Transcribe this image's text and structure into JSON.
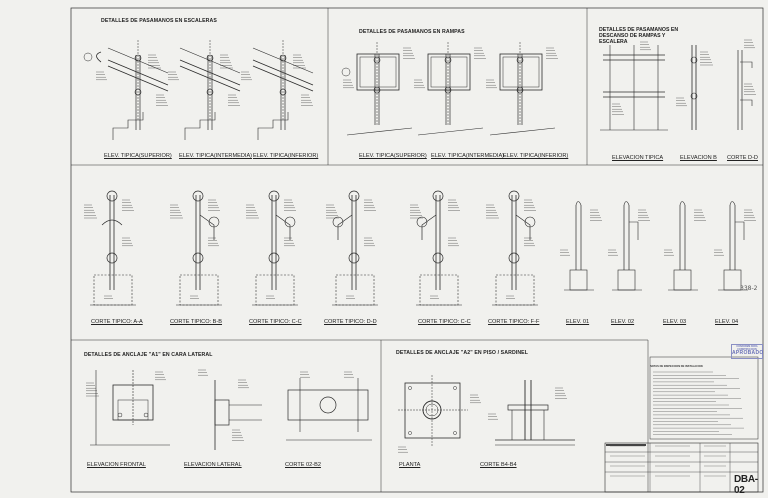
{
  "sections": {
    "top_left_title": "DETALLES DE PASAMANOS EN ESCALERAS",
    "top_mid_title": "DETALLES DE PASAMANOS EN RAMPAS",
    "top_right_title": "DETALLES DE PASAMANOS EN DESCANSO DE RAMPAS Y ESCALERA",
    "bottom_left_title": "DETALLES DE ANCLAJE \"A1\" EN CARA LATERAL",
    "bottom_mid_title": "DETALLES DE ANCLAJE \"A2\" EN PISO / SARDINEL"
  },
  "captions": {
    "elev_sup_1": "ELEV. TIPICA(SUPERIOR)",
    "elev_int_1": "ELEV. TIPICA(INTERMEDIA)",
    "elev_inf_1": "ELEV. TIPICA(INFERIOR)",
    "elev_sup_2": "ELEV. TIPICA(SUPERIOR)",
    "elev_int_2": "ELEV. TIPICA(INTERMEDIA)",
    "elev_inf_2": "ELEV. TIPICA(INFERIOR)",
    "elev_tipica": "ELEVACION TIPICA",
    "elevacion_b": "ELEVACION B",
    "corte_dd": "CORTE D-D",
    "corte_aa": "CORTE TIPICO: A-A",
    "corte_bb": "CORTE TIPICO: B-B",
    "corte_cc": "CORTE TIPICO: C-C",
    "corte_dd2": "CORTE TIPICO: D-D",
    "corte_ee": "CORTE TIPICO: C-C",
    "corte_ff": "CORTE TIPICO: F-F",
    "elev_01": "ELEV. 01",
    "elev_02": "ELEV. 02",
    "elev_03": "ELEV. 03",
    "elev_04": "ELEV. 04",
    "elev_frontal": "ELEVACION FRONTAL",
    "elev_lateral": "ELEVACION LATERAL",
    "corte_b2": "CORTE 02-B2",
    "planta": "PLANTA",
    "corte_b4": "CORTE B4-B4"
  },
  "stamp": {
    "line1": "CONFORME PARA CONSTRUCCION",
    "line2": "APROBADO"
  },
  "notes": {
    "heading": "NOTAS DE INSPECCION DE INSTALACION"
  },
  "title_block": {
    "code": "DBA-02"
  },
  "handwritten": "338-2",
  "colors": {
    "line": "#2b2b2b",
    "paper": "#f1f1ee",
    "stamp": "#6c73b8"
  }
}
